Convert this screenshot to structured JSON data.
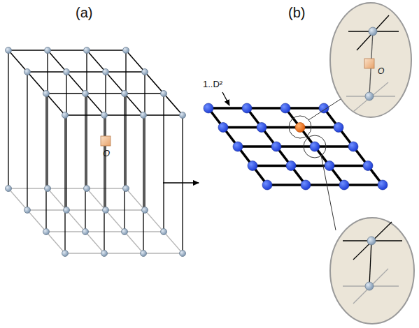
{
  "diagram": {
    "labels": [
      "(a)",
      "(b)",
      "O",
      "1..D²",
      "O"
    ]
  }
}
